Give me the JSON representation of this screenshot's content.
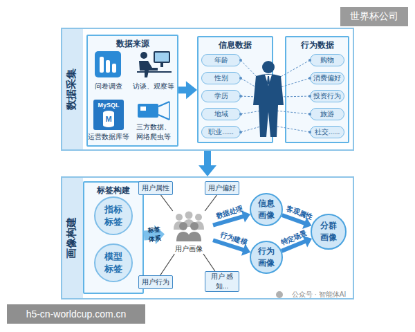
{
  "diagram": {
    "nodes": [
      {
        "text": [
          "数据采集"
        ]
      },
      {
        "text": [
          "数据来源",
          "问卷调查",
          "访谈、观察等",
          "运营数据库等",
          "三方数据、网络爬虫等"
        ],
        "in": 0
      },
      {
        "text": [
          "信息数据"
        ],
        "in": 0
      },
      {
        "text": [
          "年龄"
        ],
        "in": 2
      },
      {
        "text": [
          "性别"
        ],
        "in": 2
      },
      {
        "text": [
          "学历"
        ],
        "in": 2
      },
      {
        "text": [
          "地域"
        ],
        "in": 2
      },
      {
        "text": [
          "职业......"
        ],
        "in": 2
      },
      {
        "text": [
          "行为数据"
        ],
        "in": 0
      },
      {
        "text": [
          "购物"
        ],
        "in": 8
      },
      {
        "text": [
          "消费偏好"
        ],
        "in": 8
      },
      {
        "text": [
          "投资行为"
        ],
        "in": 8
      },
      {
        "text": [
          "旅游"
        ],
        "in": 8
      },
      {
        "text": [
          "社交......"
        ],
        "in": 8
      },
      {
        "text": [
          "画像构建"
        ]
      },
      {
        "text": [
          "标签构建"
        ],
        "in": 14
      },
      {
        "text": [
          "指标标签"
        ],
        "in": 15
      },
      {
        "text": [
          "模型标签"
        ],
        "in": 15
      },
      {
        "text": [
          "用户属性"
        ],
        "in": 14
      },
      {
        "text": [
          "用户偏好"
        ],
        "in": 14
      },
      {
        "text": [
          "用户画像"
        ],
        "in": 14
      },
      {
        "text": [
          "用户行为"
        ],
        "in": 14
      },
      {
        "text": [
          "用户 感知..."
        ],
        "in": 14
      },
      {
        "text": [
          "信息画像"
        ],
        "in": 14
      },
      {
        "text": [
          "行为画像"
        ],
        "in": 14
      },
      {
        "text": [
          "分群画像"
        ],
        "in": 14
      }
    ],
    "edges": [
      {
        "from": 1,
        "to": 2,
        "arrow": "to"
      },
      {
        "from": 0,
        "to": 14,
        "arrow": "to"
      },
      {
        "from": 15,
        "to": 20,
        "label": "标签体系",
        "arrow": "to"
      },
      {
        "from": 20,
        "to": 18,
        "arrow": "none"
      },
      {
        "from": 20,
        "to": 19,
        "arrow": "none"
      },
      {
        "from": 20,
        "to": 21,
        "arrow": "none"
      },
      {
        "from": 20,
        "to": 22,
        "arrow": "none"
      },
      {
        "from": 20,
        "to": 23,
        "label": "数据处理",
        "arrow": "to"
      },
      {
        "from": 20,
        "to": 24,
        "label": "行为建模",
        "arrow": "to"
      },
      {
        "from": 23,
        "to": 25,
        "label": "客观属性",
        "arrow": "to"
      },
      {
        "from": 24,
        "to": 25,
        "label": "特定场景",
        "arrow": "to"
      }
    ],
    "labels": [
      "世界杯公司",
      "MySQL",
      "M",
      "公众号 · 智能体AI",
      "h5-cn-worldcup.com.cn"
    ]
  }
}
